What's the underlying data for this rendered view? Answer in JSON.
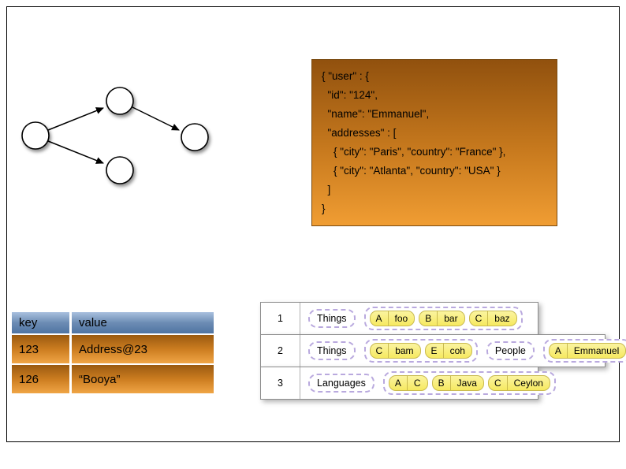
{
  "graph": {
    "node_count": 4,
    "edge_count": 3
  },
  "json_box": {
    "lines": [
      "{ \"user\" : {",
      "  \"id\": \"124\",",
      "  \"name\": \"Emmanuel\",",
      "  \"addresses\" : [",
      "    { \"city\": \"Paris\", \"country\": \"France\" },",
      "    { \"city\": \"Atlanta\", \"country\": \"USA\" }",
      "  ]",
      "}"
    ]
  },
  "kv_table": {
    "headers": [
      "key",
      "value"
    ],
    "rows": [
      [
        "123",
        "Address@23"
      ],
      [
        "126",
        "“Booya”"
      ]
    ]
  },
  "wide_table": {
    "rows": [
      {
        "num": "1",
        "groups": [
          {
            "name": "Things",
            "cells": [
              {
                "k": "A",
                "v": "foo"
              },
              {
                "k": "B",
                "v": "bar"
              },
              {
                "k": "C",
                "v": "baz"
              }
            ]
          }
        ]
      },
      {
        "num": "2",
        "groups": [
          {
            "name": "Things",
            "cells": [
              {
                "k": "C",
                "v": "bam"
              },
              {
                "k": "E",
                "v": "coh"
              }
            ]
          },
          {
            "name": "People",
            "cells": [
              {
                "k": "A",
                "v": "Emmanuel"
              }
            ]
          }
        ]
      },
      {
        "num": "3",
        "groups": [
          {
            "name": "Languages",
            "cells": [
              {
                "k": "A",
                "v": "C"
              },
              {
                "k": "B",
                "v": "Java"
              },
              {
                "k": "C",
                "v": "Ceylon"
              }
            ]
          }
        ]
      }
    ]
  },
  "colors": {
    "json_box_gradient_top": "#91510e",
    "json_box_gradient_bottom": "#f09d33",
    "kv_header_blue": "#6c8cb4",
    "kv_row_orange": "#cc7d20",
    "cell_pill_yellow": "#f6e960",
    "dashed_outline_purple": "#b9a9de"
  }
}
